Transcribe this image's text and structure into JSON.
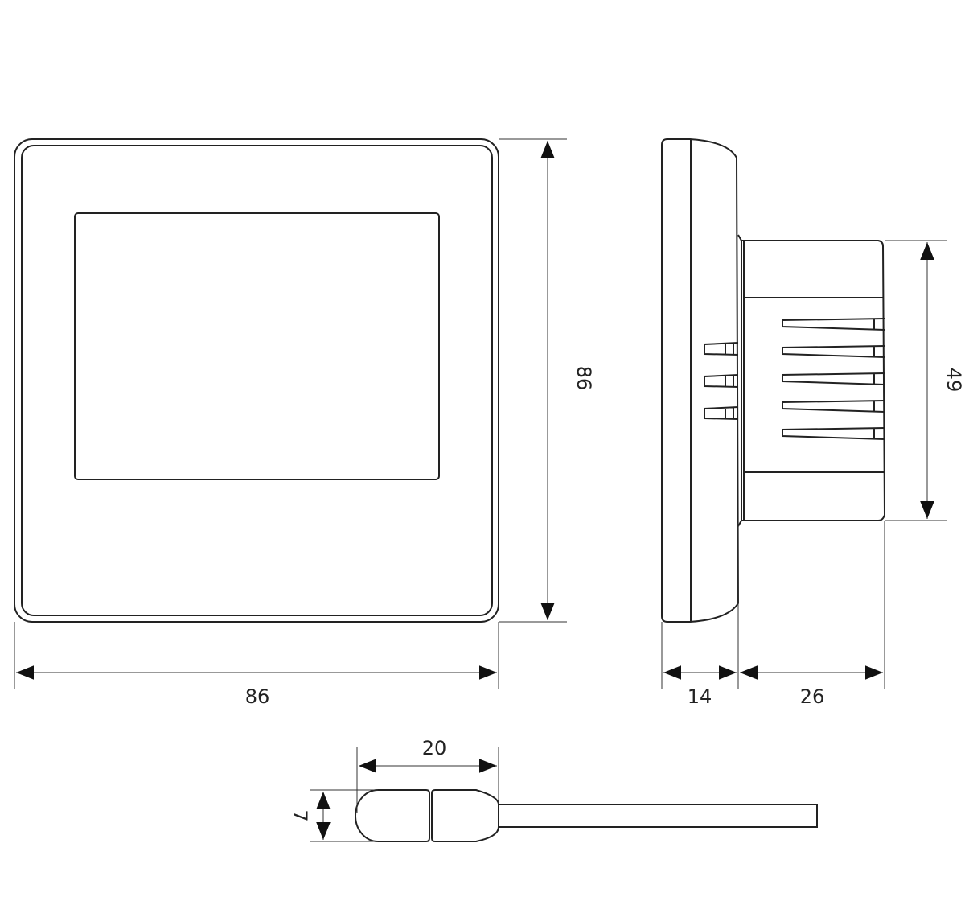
{
  "title": "Thermostat dimensional drawing",
  "front_view": {
    "width_label": "86",
    "height_label": "86"
  },
  "side_view": {
    "depth_plate_label": "14",
    "depth_body_label": "26",
    "body_height_label": "49"
  },
  "sensor": {
    "length_label": "20",
    "diameter_label": "7"
  },
  "colors": {
    "line": "#222222",
    "background": "#ffffff"
  }
}
